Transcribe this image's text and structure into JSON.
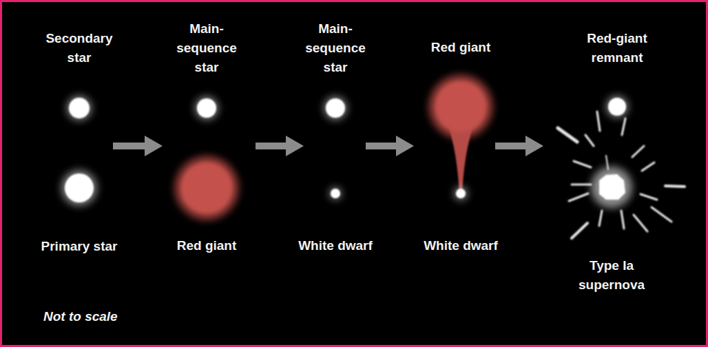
{
  "diagram": {
    "nodes": [
      {
        "text": [
          "Secondary star"
        ]
      },
      {
        "text": [
          "Primary star"
        ]
      },
      {
        "text": [
          "Main- sequence star"
        ]
      },
      {
        "text": [
          "Red giant"
        ]
      },
      {
        "text": [
          "Main- sequence star"
        ]
      },
      {
        "text": [
          "White dwarf"
        ]
      },
      {
        "text": [
          "Red giant"
        ]
      },
      {
        "text": [
          "White dwarf"
        ]
      },
      {
        "text": [
          "Red-giant remnant"
        ]
      },
      {
        "text": [
          "Type Ia supernova"
        ]
      }
    ],
    "labels": [
      "Not to scale"
    ]
  }
}
